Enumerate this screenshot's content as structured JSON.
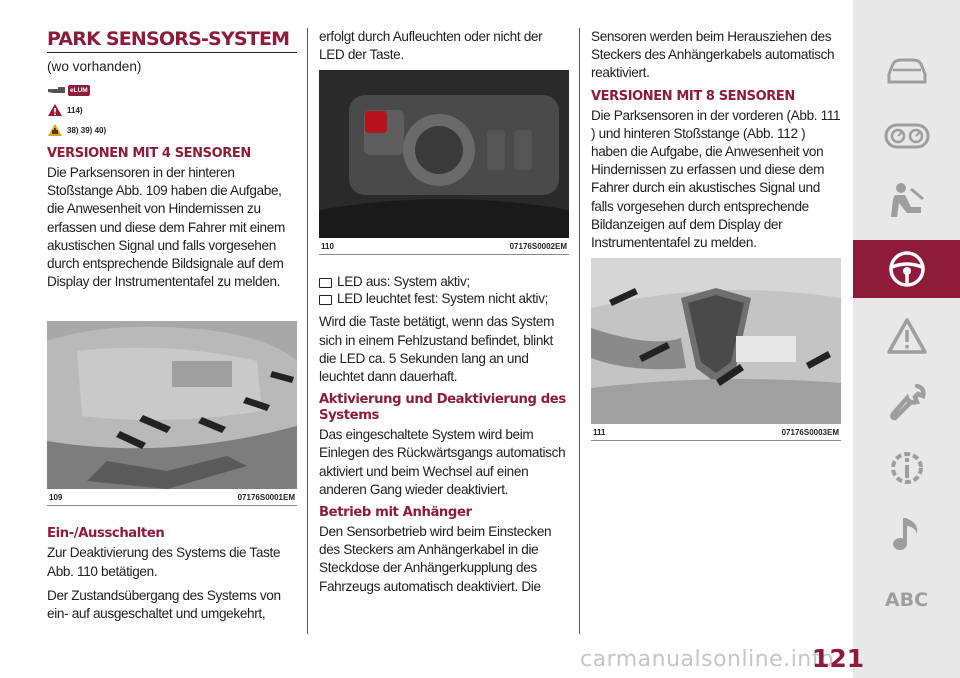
{
  "column1": {
    "title": "PARK SENSORS-SYSTEM",
    "subtitle": "(wo vorhanden)",
    "icon_badge": "eLUM",
    "warning_refs": "114)",
    "caution_refs": "38) 39) 40)",
    "heading_4sensors": "VERSIONEN MIT 4 SENSOREN",
    "para_4sensors": "Die Parksensoren in der hinteren Stoßstange Abb. 109 haben die Aufgabe, die Anwesenheit von Hindernissen zu erfassen und diese dem Fahrer mit einem akustischen Signal und falls vorgesehen durch entsprechende Bildsignale auf dem Display der Instrumententafel zu melden.",
    "figure": {
      "number": "109",
      "code": "07176S0001EM"
    },
    "heading_onoff": "Ein-/Ausschalten",
    "para_onoff_1": "Zur Deaktivierung des Systems die Taste Abb. 110 betätigen.",
    "para_onoff_2": "Der Zustandsübergang des Systems von ein- auf ausgeschaltet und umgekehrt,"
  },
  "column2": {
    "para_cont": "erfolgt durch Aufleuchten oder nicht der LED der Taste.",
    "figure": {
      "number": "110",
      "code": "07176S0002EM"
    },
    "bullets": [
      "LED aus: System aktiv;",
      "LED leuchtet fest: System nicht aktiv;"
    ],
    "para_fault": "Wird die Taste betätigt, wenn das System sich in einem Fehlzustand befindet, blinkt die LED ca. 5 Sekunden lang an und leuchtet dann dauerhaft.",
    "heading_activation": "Aktivierung und Deaktivierung des Systems",
    "para_activation": "Das eingeschaltete System wird beim Einlegen des Rückwärtsgangs automatisch aktiviert und beim Wechsel auf einen anderen Gang wieder deaktiviert.",
    "heading_trailer": "Betrieb mit Anhänger",
    "para_trailer": "Den Sensorbetrieb wird beim Einstecken des Steckers am Anhängerkabel in die Steckdose der Anhängerkupplung des Fahrzeugs automatisch deaktiviert. Die"
  },
  "column3": {
    "para_cont": "Sensoren werden beim Herausziehen des Steckers des Anhängerkabels automatisch reaktiviert.",
    "heading_8sensors": "VERSIONEN MIT 8 SENSOREN",
    "para_8sensors": "Die Parksensoren in der vorderen (Abb. 111 ) und hinteren Stoßstange (Abb. 112 ) haben die Aufgabe, die Anwesenheit von Hindernissen zu erfassen und diese dem Fahrer durch ein akustisches Signal und falls vorgesehen durch entsprechende Bildanzeigen auf dem Display der Instrumententafel zu melden.",
    "figure": {
      "number": "111",
      "code": "07176S0003EM"
    }
  },
  "sidebar": {
    "items": [
      {
        "icon": "car-icon"
      },
      {
        "icon": "instrument-panel-icon"
      },
      {
        "icon": "seat-safety-icon"
      },
      {
        "icon": "steering-wheel-icon",
        "active": true
      },
      {
        "icon": "warning-triangle-icon"
      },
      {
        "icon": "wrench-icon"
      },
      {
        "icon": "technical-data-icon"
      },
      {
        "icon": "music-note-icon"
      }
    ],
    "index_label": "ABC"
  },
  "page_number": "121",
  "watermark": "carmanualsonline.info",
  "colors": {
    "accent": "#8e1b3a",
    "sidebar_bg": "#e8e8e8",
    "icon_gray": "#9e9e9e"
  }
}
